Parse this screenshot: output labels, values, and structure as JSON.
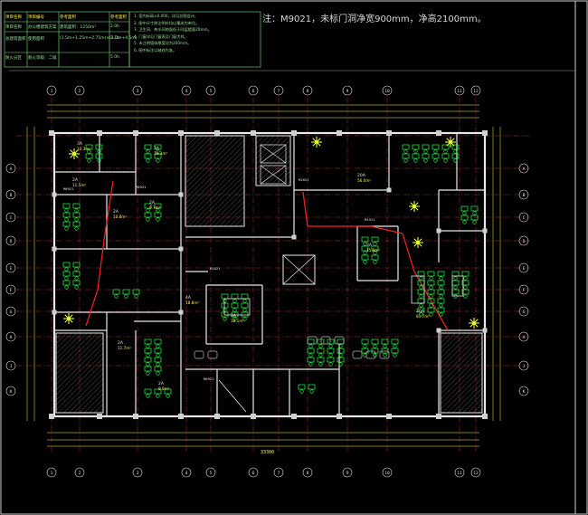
{
  "header_note": "注：M9021，未标门洞净宽900mm，净高2100mm。",
  "schedule_table": {
    "headers": [
      "项目名称",
      "项目编号",
      "参考面积",
      "参考面积"
    ],
    "rows": [
      [
        "项目名称",
        "办公楼建筑方案",
        "建筑面积：1250m²",
        "2.0h"
      ],
      [
        "总建筑面积",
        "使用面积",
        "(1.5m+1.25m+2.75m)×(1.0m+4.5m)",
        "3.1h"
      ],
      [
        "防火分区",
        "耐火等级：二级",
        "",
        "5.0h"
      ]
    ]
  },
  "general_notes": [
    "1. 室内标高±0.000，详见总图设计。",
    "2. 图中尺寸除注明外均以毫米为单位。",
    "3. 卫生间、茶水间地面低于同层楼面20mm。",
    "4. 门窗详见门窗表及门窗大样。",
    "5. 未注明墙体厚度均为200mm。",
    "6. 图中标注以轴线为准。"
  ],
  "column_axes": {
    "top": [
      "1",
      "2",
      "3",
      "4",
      "5",
      "6",
      "7",
      "8",
      "9",
      "10",
      "11",
      "12"
    ],
    "bottom": [
      "1",
      "2",
      "3",
      "4",
      "5",
      "6",
      "7",
      "8",
      "9",
      "10",
      "11",
      "12"
    ]
  },
  "row_axes": {
    "left": [
      "A",
      "B",
      "C",
      "D",
      "E",
      "F",
      "G",
      "H",
      "J",
      "K"
    ],
    "right": [
      "A",
      "B",
      "C",
      "D",
      "E",
      "F",
      "G",
      "H",
      "J",
      "K"
    ]
  },
  "overall_dimension": "33300",
  "room_labels": [
    {
      "text": "3A",
      "area": "13.3m²"
    },
    {
      "text": "2A",
      "area": "11.5m²"
    },
    {
      "text": "2A",
      "area": "10.8m²"
    },
    {
      "text": "3A",
      "area": "16.3m²"
    },
    {
      "text": "2A",
      "area": "9.7m²"
    },
    {
      "text": "4A",
      "area": "18.8m²"
    },
    {
      "text": "20A",
      "area": "56.0m²"
    },
    {
      "text": "20A",
      "area": "81.7m²"
    },
    {
      "text": "3A",
      "area": "18.1m²"
    },
    {
      "text": "2A",
      "area": "11.7m²"
    },
    {
      "text": "3A",
      "area": "15.9m²"
    },
    {
      "text": "2A",
      "area": "8.8m²"
    }
  ],
  "door_tags": [
    "M0921",
    "M1021",
    "M1521",
    "M0921",
    "M1021",
    "M0921"
  ],
  "colors": {
    "background": "#000000",
    "wall": "#e8e8e8",
    "furniture": "#22ff44",
    "axis": "#ff4040",
    "dimension": "#ffee55",
    "route": "#ff2020",
    "plant": "#e8ff30"
  }
}
